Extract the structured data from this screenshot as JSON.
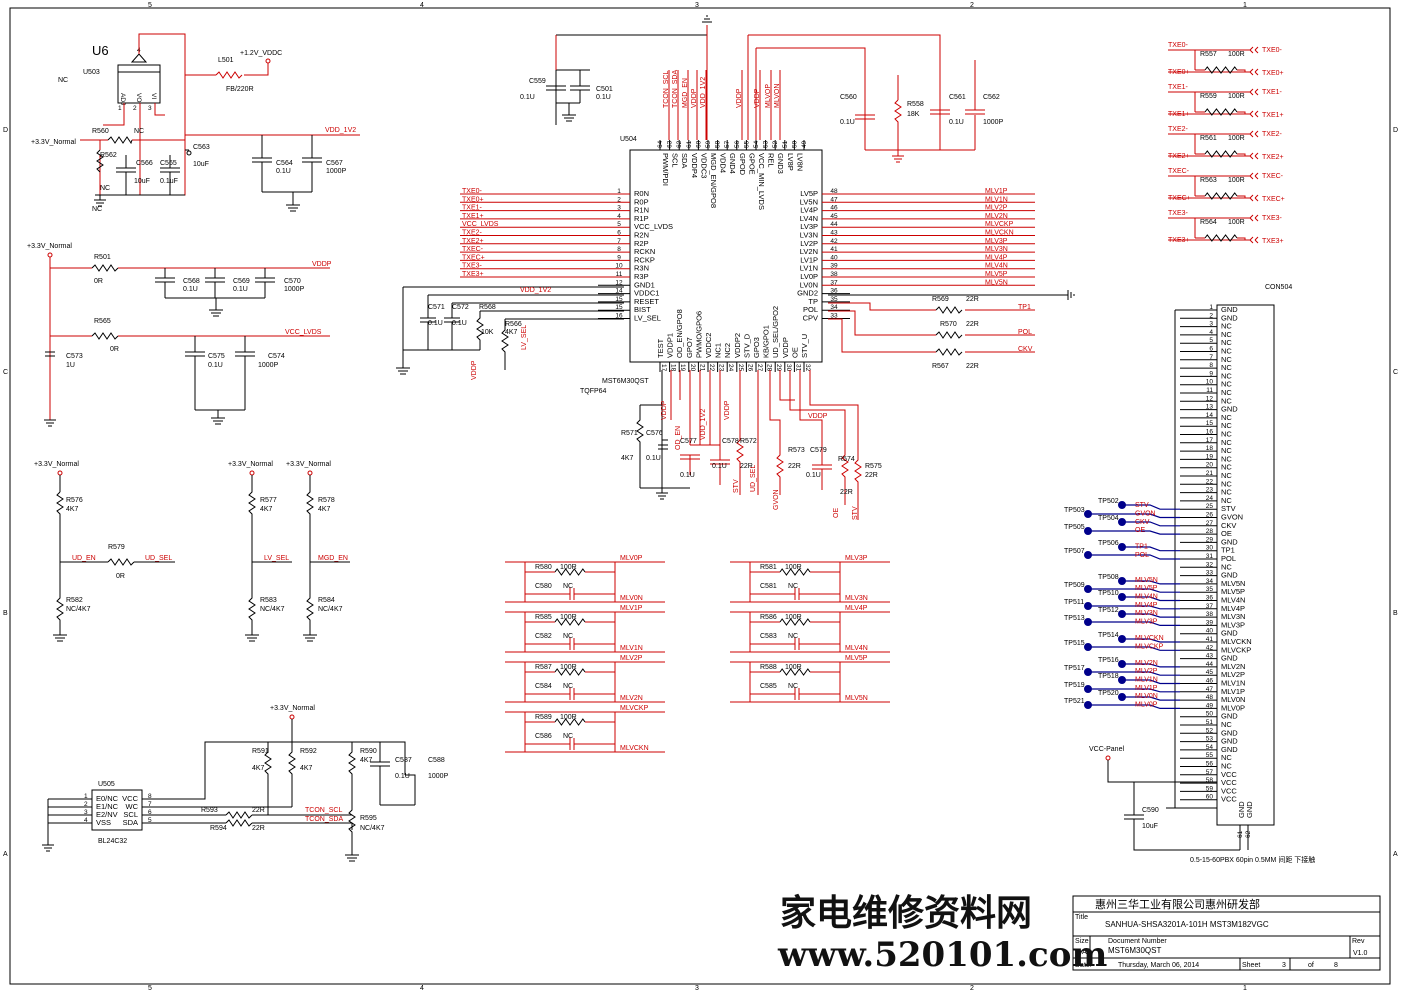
{
  "border": {
    "top_labels": [
      "5",
      "4",
      "3",
      "2",
      "1"
    ],
    "side_labels": [
      "D",
      "C",
      "B",
      "A"
    ]
  },
  "u6": {
    "ref": "U6",
    "part": "U503",
    "nc": "NC",
    "pins": [
      "4",
      "1",
      "2",
      "3"
    ],
    "pin_names": [
      "ADJ",
      "VO",
      "VI"
    ]
  },
  "supply": {
    "vddc": "+1.2V_VDDC",
    "l501": "L501",
    "l501_val": "FB/220R",
    "normal": "+3.3V_Normal",
    "vdd_1v2": "VDD_1V2",
    "vccp": "VCC-Panel",
    "vddp": "VDDP",
    "vcc_lvds": "VCC_LVDS"
  },
  "parts_top": [
    {
      "ref": "R560",
      "val": "NC"
    },
    {
      "ref": "R562",
      "val": "NC"
    },
    {
      "ref": "C566",
      "val": "10uF"
    },
    {
      "ref": "C565",
      "val": "0.1uF"
    },
    {
      "ref": "C563",
      "val": "10uF"
    },
    {
      "ref": "C564",
      "val": "0.1U"
    },
    {
      "ref": "C567",
      "val": "1000P"
    },
    {
      "ref": "R501",
      "val": "0R"
    },
    {
      "ref": "C568",
      "val": "0.1U"
    },
    {
      "ref": "C569",
      "val": "0.1U"
    },
    {
      "ref": "C570",
      "val": "1000P"
    },
    {
      "ref": "R565",
      "val": "0R"
    },
    {
      "ref": "C573",
      "val": "1U"
    },
    {
      "ref": "C575",
      "val": "0.1U"
    },
    {
      "ref": "C574",
      "val": "1000P"
    },
    {
      "ref": "C559",
      "val": "0.1U"
    },
    {
      "ref": "C501",
      "val": "0.1U"
    },
    {
      "ref": "C560",
      "val": "0.1U"
    },
    {
      "ref": "R558",
      "val": "18K"
    },
    {
      "ref": "C561",
      "val": "0.1U"
    },
    {
      "ref": "C562",
      "val": "1000P"
    }
  ],
  "u504": {
    "ref": "U504",
    "part": "MST6M30QST",
    "pkg": "TQFP64",
    "left_pins": [
      [
        "1",
        "R0N"
      ],
      [
        "2",
        "R0P"
      ],
      [
        "3",
        "R1N"
      ],
      [
        "4",
        "R1P"
      ],
      [
        "5",
        "VCC_LVDS"
      ],
      [
        "6",
        "R2N"
      ],
      [
        "7",
        "R2P"
      ],
      [
        "8",
        "RCKN"
      ],
      [
        "9",
        "RCKP"
      ],
      [
        "10",
        "R3N"
      ],
      [
        "11",
        "R3P"
      ],
      [
        "12",
        "GND1"
      ],
      [
        "14",
        "VDDC1"
      ],
      [
        "15",
        "RESET"
      ],
      [
        "15",
        "BIST"
      ],
      [
        "16",
        "LV_SEL"
      ]
    ],
    "left_nets": [
      "TXE0-",
      "TXE0+",
      "TXE1-",
      "TXE1+",
      "VCC_LVDS",
      "TXE2-",
      "TXE2+",
      "TXEC-",
      "TXEC+",
      "TXE3-",
      "TXE3+"
    ],
    "right_pins": [
      [
        "48",
        "LV5P"
      ],
      [
        "47",
        "LV5N"
      ],
      [
        "46",
        "LV4P"
      ],
      [
        "45",
        "LV4N"
      ],
      [
        "44",
        "LV3P"
      ],
      [
        "43",
        "LV3N"
      ],
      [
        "42",
        "LV2P"
      ],
      [
        "41",
        "LV2N"
      ],
      [
        "40",
        "LV1P"
      ],
      [
        "39",
        "LV1N"
      ],
      [
        "38",
        "LV0P"
      ],
      [
        "37",
        "LV0N"
      ],
      [
        "36",
        "GND2"
      ],
      [
        "35",
        "TP"
      ],
      [
        "34",
        "POL"
      ],
      [
        "33",
        "CPV"
      ]
    ],
    "right_nets": [
      "MLV1P",
      "MLV1N",
      "MLV2P",
      "MLV2N",
      "MLVCKP",
      "MLVCKN",
      "MLV3P",
      "MLV3N",
      "MLV4P",
      "MLV4N",
      "MLV5P",
      "MLV5N"
    ],
    "top_pins": [
      [
        "64",
        "PWM/PDI"
      ],
      [
        "63",
        "SCL"
      ],
      [
        "62",
        "SDA"
      ],
      [
        "61",
        "VDDP4"
      ],
      [
        "60",
        "VDDC3"
      ],
      [
        "59",
        "MGD_EN/GPO8"
      ],
      [
        "58",
        "VDD4"
      ],
      [
        "57",
        "GND4"
      ],
      [
        "56",
        "GPOD"
      ],
      [
        "55",
        "GPOE"
      ],
      [
        "54",
        "VCC_MIN_LVDS"
      ],
      [
        "53",
        "REL"
      ],
      [
        "52",
        "GND3"
      ],
      [
        "51",
        "LV8P"
      ],
      [
        "50",
        "LV8N"
      ],
      [
        "49",
        ""
      ]
    ],
    "top_nets": [
      "TCON_SCL",
      "TCON_SDA",
      "MGD_EN",
      "VDDP",
      "VDD_1V2",
      "VDDP",
      "VDDP",
      "MLVOP",
      "MLVON"
    ],
    "bottom_pins": [
      [
        "17",
        "TEST"
      ],
      [
        "18",
        "VDDP1"
      ],
      [
        "19",
        "OD_EN/GPO8"
      ],
      [
        "20",
        "GPO7"
      ],
      [
        "21",
        "PWMO/GPO6"
      ],
      [
        "22",
        "VDDC2"
      ],
      [
        "23",
        "NC1"
      ],
      [
        "24",
        "NC2"
      ],
      [
        "25",
        "VDDP2"
      ],
      [
        "26",
        "STV_D"
      ],
      [
        "27",
        "GPO3"
      ],
      [
        "28",
        "KB/GPO1"
      ],
      [
        "29",
        "UD_SEL/GPO2"
      ],
      [
        "30",
        "VDDP"
      ],
      [
        "31",
        "OE"
      ],
      [
        "32",
        "STV_U"
      ]
    ]
  },
  "lower_parts": [
    {
      "ref": "R571",
      "val": "4K7"
    },
    {
      "ref": "C576",
      "val": "0.1U"
    },
    {
      "ref": "C577",
      "val": "0.1U"
    },
    {
      "ref": "C578",
      "val": "0.1U"
    },
    {
      "ref": "R572",
      "val": "22R"
    },
    {
      "ref": "R573",
      "val": "22R"
    },
    {
      "ref": "C579",
      "val": "0.1U"
    },
    {
      "ref": "R574",
      "val": "22R"
    },
    {
      "ref": "R575",
      "val": "22R"
    },
    {
      "ref": "R569",
      "val": "22R"
    },
    {
      "ref": "R570",
      "val": "22R"
    },
    {
      "ref": "R567",
      "val": "22R"
    },
    {
      "ref": "R568",
      "val": "10K"
    },
    {
      "ref": "R566",
      "val": "4K7"
    },
    {
      "ref": "C571",
      "val": "0.1U"
    },
    {
      "ref": "C572",
      "val": "0.1U"
    }
  ],
  "bottom_nets": [
    "OD_EN",
    "VDD_1V2",
    "VDDP",
    "STV",
    "UD_SEL",
    "GVON",
    "OE",
    "STV",
    "VDDP",
    "VDDP",
    "VDDP"
  ],
  "right_nets_out": [
    "TP1",
    "POL",
    "CKV"
  ],
  "term_left": [
    {
      "r": "R580",
      "v": "100R",
      "c": "C580",
      "p": "MLV0P",
      "n": "MLV0N"
    },
    {
      "r": "R585",
      "v": "100R",
      "c": "C582",
      "p": "MLV1P",
      "n": "MLV1N"
    },
    {
      "r": "R587",
      "v": "100R",
      "c": "C584",
      "p": "MLV2P",
      "n": "MLV2N"
    },
    {
      "r": "R589",
      "v": "100R",
      "c": "C586",
      "p": "MLVCKP",
      "n": "MLVCKN"
    }
  ],
  "term_right": [
    {
      "r": "R581",
      "v": "100R",
      "c": "C581",
      "p": "MLV3P",
      "n": "MLV3N"
    },
    {
      "r": "R586",
      "v": "100R",
      "c": "C583",
      "p": "MLV4P",
      "n": "MLV4N"
    },
    {
      "r": "R588",
      "v": "100R",
      "c": "C585",
      "p": "MLV5P",
      "n": "MLV5N"
    }
  ],
  "nc_label": "NC",
  "mid_left": {
    "r576": "R576",
    "r576v": "4K7",
    "r579": "R579",
    "r579v": "0R",
    "r582": "R582",
    "r582v": "NC/4K7",
    "ud_en": "UD_EN",
    "ud_sel": "UD_SEL",
    "r577": "R577",
    "r577v": "4K7",
    "r583": "R583",
    "r583v": "NC/4K7",
    "lv_sel": "LV_SEL",
    "r578": "R578",
    "r578v": "4K7",
    "r584": "R584",
    "r584v": "NC/4K7",
    "mgd_en": "MGD_EN"
  },
  "u505": {
    "ref": "U505",
    "part": "BL24C32",
    "left": [
      [
        "1",
        "E0/NC"
      ],
      [
        "2",
        "E1/NC"
      ],
      [
        "3",
        "E2/NV"
      ],
      [
        "4",
        "VSS"
      ]
    ],
    "right": [
      [
        "8",
        "VCC"
      ],
      [
        "7",
        "WC"
      ],
      [
        "6",
        "SCL"
      ],
      [
        "5",
        "SDA"
      ]
    ],
    "r591": "R591",
    "r592": "R592",
    "r590": "R590",
    "r593": "R593",
    "r594": "R594",
    "r595": "R595",
    "c587": "C587",
    "c588": "C588",
    "v4k7": "4K7",
    "v22r": "22R",
    "v01": "0.1U",
    "v1000": "1000P",
    "vnc": "NC/4K7",
    "scl": "TCON_SCL",
    "sda": "TCON_SDA"
  },
  "txe_right": [
    {
      "net": "TXE0-",
      "r": "R557",
      "v": "100R",
      "n2": "TXE0+",
      "o1": "TXE0-",
      "o2": "TXE0+"
    },
    {
      "net": "TXE1-",
      "r": "R559",
      "v": "100R",
      "n2": "TXE1+",
      "o1": "TXE1-",
      "o2": "TXE1+"
    },
    {
      "net": "TXE2-",
      "r": "R561",
      "v": "100R",
      "n2": "TXE2+",
      "o1": "TXE2-",
      "o2": "TXE2+"
    },
    {
      "net": "TXEC-",
      "r": "R563",
      "v": "100R",
      "n2": "TXEC+",
      "o1": "TXEC-",
      "o2": "TXEC+"
    },
    {
      "net": "TXE3-",
      "r": "R564",
      "v": "100R",
      "n2": "TXE3+",
      "o1": "TXE3-",
      "o2": "TXE3+"
    }
  ],
  "con504": {
    "ref": "CON504",
    "desc": "0.5-15-60PBX 60pin 0.5MM 间距  下接触",
    "pins": [
      "GND",
      "GND",
      "NC",
      "NC",
      "NC",
      "NC",
      "NC",
      "NC",
      "NC",
      "NC",
      "NC",
      "NC",
      "GND",
      "NC",
      "NC",
      "NC",
      "NC",
      "NC",
      "NC",
      "NC",
      "NC",
      "NC",
      "NC",
      "NC",
      "STV",
      "GVON",
      "CKV",
      "OE",
      "GND",
      "TP1",
      "POL",
      "NC",
      "GND",
      "MLV5N",
      "MLV5P",
      "MLV4N",
      "MLV4P",
      "MLV3N",
      "MLV3P",
      "GND",
      "MLVCKN",
      "MLVCKP",
      "GND",
      "MLV2N",
      "MLV2P",
      "MLV1N",
      "MLV1P",
      "MLV0N",
      "MLV0P",
      "GND",
      "NC",
      "GND",
      "GND",
      "GND",
      "NC",
      "NC",
      "VCC",
      "VCC",
      "VCC",
      "VCC"
    ],
    "extra": [
      "GND",
      "GND"
    ],
    "extra_nums": [
      "61",
      "62"
    ],
    "c590": "C590",
    "c590v": "10uF"
  },
  "testpoints": [
    {
      "tp": "TP502",
      "net": "STV"
    },
    {
      "tp": "TP503",
      "net": "GVON"
    },
    {
      "tp": "TP504",
      "net": "CKV"
    },
    {
      "tp": "TP505",
      "net": "OE"
    },
    {
      "tp": "TP506",
      "net": "TP1"
    },
    {
      "tp": "TP507",
      "net": "POL"
    },
    {
      "tp": "TP508",
      "net": "MLV5N"
    },
    {
      "tp": "TP509",
      "net": "MLV5P"
    },
    {
      "tp": "TP510",
      "net": "MLV4N"
    },
    {
      "tp": "TP511",
      "net": "MLV4P"
    },
    {
      "tp": "TP512",
      "net": "MLV3N"
    },
    {
      "tp": "TP513",
      "net": "MLV3P"
    },
    {
      "tp": "TP514",
      "net": "MLVCKN"
    },
    {
      "tp": "TP515",
      "net": "MLVCKP"
    },
    {
      "tp": "TP516",
      "net": "MLV2N"
    },
    {
      "tp": "TP517",
      "net": "MLV2P"
    },
    {
      "tp": "TP518",
      "net": "MLV1N"
    },
    {
      "tp": "TP519",
      "net": "MLV1P"
    },
    {
      "tp": "TP520",
      "net": "MLV0N"
    },
    {
      "tp": "TP521",
      "net": "MLV0P"
    }
  ],
  "title_block": {
    "company": "惠州三华工业有限公司惠州研发部",
    "title_lbl": "Title",
    "title": "SANHUA-SHSA3201A-101H MST3M182VGC",
    "size_lbl": "Size",
    "size": "A3",
    "doc_lbl": "Document Number",
    "doc": "MST6M30QST",
    "rev_lbl": "Rev",
    "rev": "V1.0",
    "date_lbl": "Date:",
    "date": "Thursday, March 06, 2014",
    "sheet_lbl": "Sheet",
    "sheet": "3",
    "of_lbl": "of",
    "total": "8"
  },
  "watermark": {
    "cn": "家电维修资料网",
    "url": "www.520101.com"
  }
}
